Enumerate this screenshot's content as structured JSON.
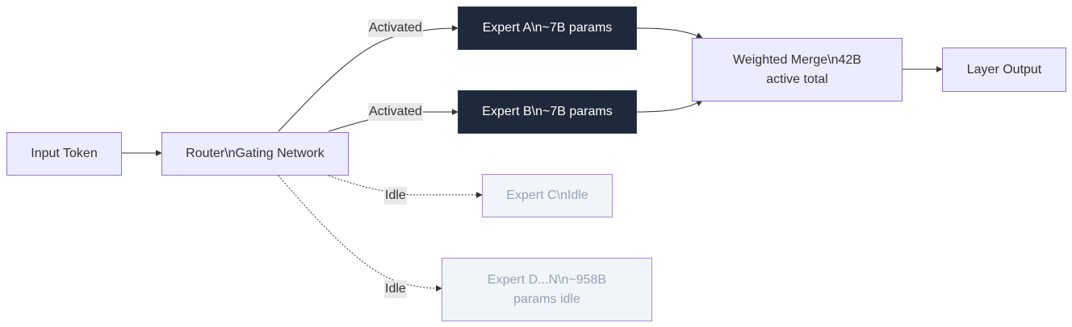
{
  "nodes": {
    "input_token": "Input Token",
    "router": "Router\\nGating Network",
    "expert_a": "Expert A\\n~7B params",
    "expert_b": "Expert B\\n~7B params",
    "expert_c": "Expert C\\nIdle",
    "expert_d_line1": "Expert D...N\\n~958B",
    "expert_d_line2": "params idle",
    "merge_line1": "Weighted Merge\\n42B",
    "merge_line2": "active total",
    "layer_output": "Layer Output"
  },
  "edge_labels": {
    "to_expert_a": "Activated",
    "to_expert_b": "Activated",
    "to_expert_c": "Idle",
    "to_expert_d": "Idle"
  },
  "colors": {
    "node_fill": "#ececff",
    "node_border": "#9370db",
    "active_fill": "#1e293b",
    "idle_fill": "#f1f5f9",
    "idle_text": "#94a3b8",
    "edge": "#333333"
  }
}
